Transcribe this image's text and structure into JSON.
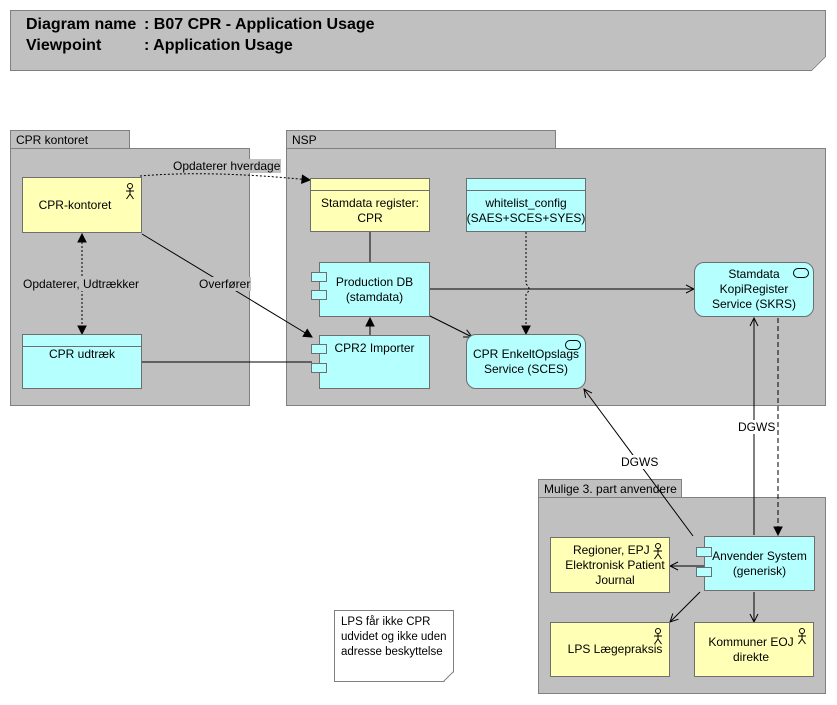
{
  "header": {
    "diagram_label": "Diagram name",
    "diagram_value": ": B07 CPR - Application Usage",
    "viewpoint_label": "Viewpoint",
    "viewpoint_value": ": Application Usage"
  },
  "groups": {
    "cpr_kontoret": "CPR kontoret",
    "nsp": "NSP",
    "mulige": "Mulige 3. part anvendere"
  },
  "elements": {
    "cpr_kontoret_actor": "CPR-kontoret",
    "cpr_udtraek": "CPR udtræk",
    "stamdata_register": "Stamdata register: CPR",
    "whitelist_config": "whitelist_config (SAES+SCES+SYES)",
    "production_db": "Production DB (stamdata)",
    "cpr2_importer": "CPR2 Importer",
    "sces": "CPR EnkeltOpslags Service (SCES)",
    "skrs": "Stamdata KopiRegister Service (SKRS)",
    "regioner": "Regioner, EPJ - Elektronisk Patient Journal",
    "anvender": "Anvender System (generisk)",
    "lps": "LPS Lægepraksis",
    "kommuner": "Kommuner EOJ direkte"
  },
  "relations": {
    "opdaterer_hverdage": "Opdaterer hverdage",
    "opdaterer_udtraekker": "Opdaterer, Udtrækker",
    "overforer": "Overfører",
    "dgws_1": "DGWS",
    "dgws_2": "DGWS"
  },
  "note": "LPS får ikke CPR udvidet og ikke uden adresse beskyttelse",
  "colors": {
    "group": "#c0c0c0",
    "business": "#ffffb5",
    "application": "#b5ffff"
  }
}
